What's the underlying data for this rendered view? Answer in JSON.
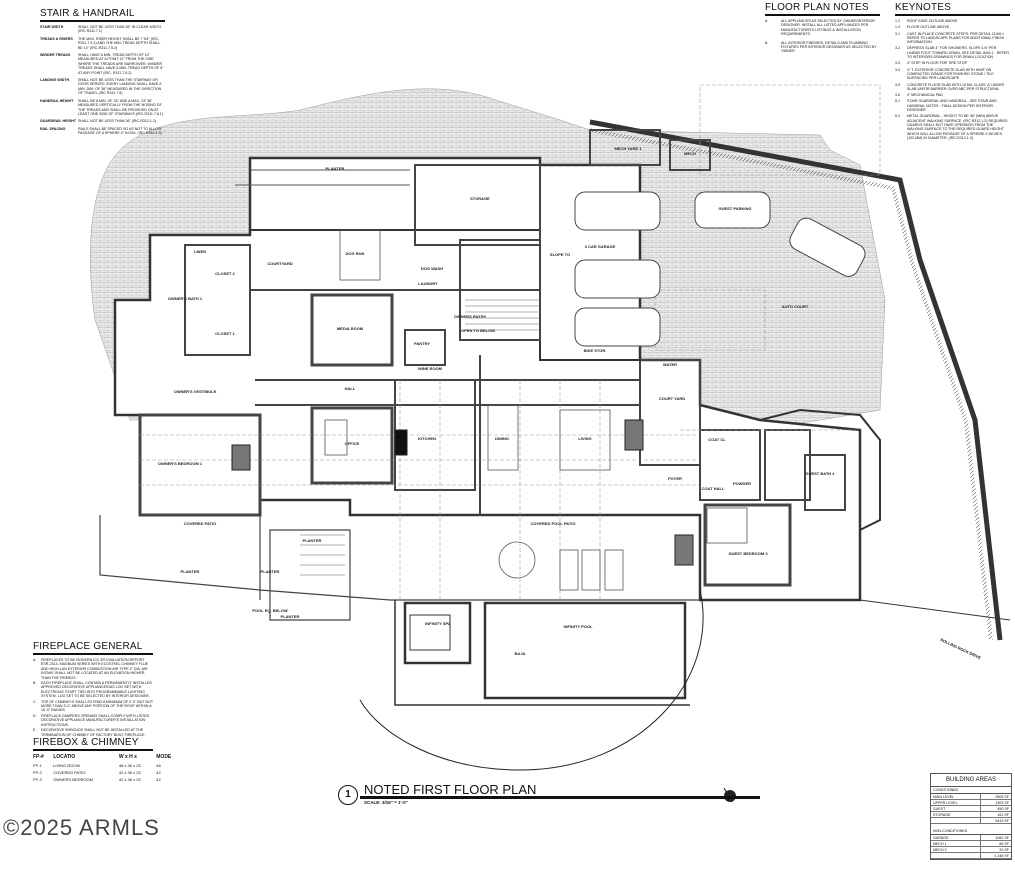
{
  "stair_handrail": {
    "title": "STAIR & HANDRAIL",
    "rows": [
      {
        "label": "STAIR WIDTH",
        "text": "SHALL NOT BE LESS THAN 36\" IN CLEAR WIDTH (IRC-R311.7.1)"
      },
      {
        "label": "TREADS & RISERS",
        "text": "THE MAX. RISER HEIGHT SHALL BE 7 3/4\" (IRC-R311.7.5.1) AND THE MIN. TREAD DEPTH SHALL BE 10\" (IRC-R311.7.5.2)"
      },
      {
        "label": "WINDER TREADS",
        "text": "SHALL HAVE A MIN. TREAD DEPTH OF 10\" MEASURED AT A POINT 12\" FROM THE SIDE WHERE THE TREADS ARE NARROWER. WINDER TREADS SHALL HAVE A MIN. TREAD DEPTH OF 6\" AT ANY POINT (IRC- R311.7.5.2)"
      },
      {
        "label": "LANDING WIDTH",
        "text": "SHALL NOT BE LESS THAN THE STAIRWAY OR DOOR SERVED. EVERY LANDING SHALL HAVE A MIN. DIM. OF 36\" MEASURED IN THE DIRECTION OF TRAVEL (IRC R311.7.6)"
      },
      {
        "label": "HANDRAIL HEIGHT",
        "text": "SHALL BE A MIN. OF 34\" AND A MAX. OF 38\" MEASURED VERTICALLY FROM THE NOSING OF THE TREADS AND SHALL BE PROVIDED ON AT LEAST ONE SIDE OF STAIRWAYS (IRC-R311.7.8.1)"
      },
      {
        "label": "GUARDRAIL HEIGHT",
        "text": "SHALL NOT BE LESS THAN 36\" (IRC-R312.1.2)"
      },
      {
        "label": "RAIL SPACING",
        "text": "RAILS SHALL BE SPACED SO AS NOT TO ALLOW PASSAGE OF A SPHERE 4\" IN DIA. (IRC R312.1.3)"
      }
    ]
  },
  "floor_plan_notes": {
    "title": "FLOOR PLAN NOTES",
    "notes": [
      {
        "key": "A.",
        "text": "ALL APPLIANCES AS SELECTED BY OWNER/INTERIOR DESIGNER. INSTALL ALL LISTED APPLIANCES PER MANUFACTURER'S LISTINGS & INSTALLATION REQUIREMENTS"
      },
      {
        "key": "B.",
        "text": "ALL INTERIOR FINISHES, DETAILS AND PLUMBING FIXTURES PER INTERIOR DESIGNER AS SELECTED BY OWNER"
      }
    ]
  },
  "keynotes": {
    "title": "KEYNOTES",
    "items": [
      {
        "key": "1.2",
        "text": "ROOF EAVE OUTLINE ABOVE"
      },
      {
        "key": "1.3",
        "text": "FLOOR OUTLINE ABOVE"
      },
      {
        "key": "3.1",
        "text": "CAST-IN-PLACE CONCRETE STEPS, PER DETAIL 21/A9.1 REFER TO LANDSCAPE PLANS FOR ADDITIONAL FINISH INFORMATION"
      },
      {
        "key": "3.2",
        "text": "DEPRESS SLAB 4\" FOR SHOWERS. SLOPE 1/4\" PER LINEAR FOOT TOWARD DRAIN, SEE DETAIL 8/A9.1 - REFER TO INTERIORS DRAWINGS FOR DRAIN LOCATION"
      },
      {
        "key": "3.3",
        "text": "4\" STEP IN FLOOR FOR TIRE STOP"
      },
      {
        "key": "3.4",
        "text": "4\" T. EXTERIOR CONCRETE SLAB WITH WWF ON COMPACTED GRADE FOR FINISHED STONE / TILE SURFACING PER LANDSCAPE"
      },
      {
        "key": "3.5",
        "text": "CONCRETE FLOOR SLAB WITH 15 MIL CLASS 'A' UNDER SLAB VAPOR BARRIER OVER ABC PER STRUCTURAL"
      },
      {
        "key": "3.6",
        "text": "4\" MECHANICAL PAD"
      },
      {
        "key": "5.1",
        "text": "STAIR GUARDRAIL AND HANDRAIL - SEE STAIR AND HANDRAIL NOTES - FINAL DESIGN PER INTERIOR DESIGNER"
      },
      {
        "key": "5.2",
        "text": "METAL GUARDRAIL - HEIGHT TO BE 36\" (MIN) ABOVE ADJACENT WALKING SURFACE. (IRC R312.1.2) REQUIRED GUARDS SHALL NOT HAVE OPENINGS FROM THE WALKING SURFACE TO THE REQUIRED GUARD HEIGHT WHICH WILL ALLOW PASSAGE OF A SPHERE 4 INCHES (102 MM) IN DIAMETER. (IRC-R312.1.3)"
      }
    ]
  },
  "fireplace_general": {
    "title": "FIREPLACE GENERAL",
    "notes": [
      {
        "key": "A.",
        "text": "FIREPLACES TO BE ISOKERN ICC-ES EVALUATION REPORT ESR-2314, MAGNUM SERIES WITH ECOSTEEL CHIMNEY FLUE AND HIGH-LAN EXTERIOR COMBUSTION AIR TYPE 4\" DIA. AIR INTAKE SHALL NOT BE LOCATED AT AN ELEVATION HIGHER THAN THE FIREBOX."
      },
      {
        "key": "B.",
        "text": "EACH FIREPLACE SHALL CONTAIN A PERMANENTLY INSTALLED APPROVED DECORATIVE APPLIANCE/GAS LOG SET WITH ELECTRONIC START TIED INTO PROGRAMMABLE LIGHTING SYSTEM. LOG SET TO BE SELECTED BY INTERIOR DESIGNER."
      },
      {
        "key": "C.",
        "text": "TOP OF CHIMNEYS SHALL EXTEND A MINIMUM OF 2'-0\" BUT NOT MORE THAN 3'-0\" ABOVE ANY PORTION OF THE ROOF WITHIN A 10'-0\" RADIUS"
      },
      {
        "key": "D.",
        "text": "FIREPLACE DAMPERS OPENING SHALL COMPLY WITH LISTED DECORATIVE APPLIANCE MANUFACTURER'S INSTALLATION INSTRUCTIONS."
      },
      {
        "key": "E.",
        "text": "DECORATIVE SHROUDS SHALL NOT BE INSTALLED AT THE TERMINATION OF CHIMNEY OF FACTORY BUILT FIREPLACE."
      }
    ]
  },
  "firebox": {
    "title": "FIREBOX & CHIMNEY",
    "headers": [
      "FP-#",
      "LOCATIO",
      "W x H x",
      "MODE"
    ],
    "rows": [
      [
        "FP-1",
        "LIVING ROOM",
        "48 x 36 x 23",
        "48"
      ],
      [
        "FP-2",
        "COVERED PATIO",
        "42 x 36 x 23",
        "42"
      ],
      [
        "FP-3",
        "OWNERS BEDROOM",
        "42 x 36 x 23",
        "42"
      ]
    ]
  },
  "building_areas": {
    "title": "BUILDING AREAS",
    "conditioned_label": "CONDITIONED",
    "conditioned": [
      {
        "name": "MAIN LEVEL",
        "area": "3505 SF"
      },
      {
        "name": "UPPER LEVEL",
        "area": "1303 SF"
      },
      {
        "name": "GUEST",
        "area": "450 SF"
      },
      {
        "name": "STORAGE",
        "area": "161 SF"
      }
    ],
    "conditioned_total": "5419 SF",
    "non_conditioned_label": "NON-CONDITIONED",
    "non_conditioned": [
      {
        "name": "GARAGE",
        "area": "1062 SF"
      },
      {
        "name": "MECH 1",
        "area": "66 SF"
      },
      {
        "name": "MECH 2",
        "area": "20 SF"
      }
    ],
    "non_conditioned_total": "1,148 SF"
  },
  "drawing_title": {
    "number": "1",
    "name": "NOTED FIRST FLOOR PLAN",
    "scale": "SCALE:  3/16\" = 1'-0\""
  },
  "rooms": [
    "MECH YARD 1",
    "MECH",
    "STORAGE",
    "DOG WASH",
    "LAUNDRY",
    "PANTRY",
    "OWNERS ENTRY",
    "OPEN TO BELOW",
    "3 CAR GARAGE",
    "SLOPE TO",
    "GUEST PARKING",
    "AUTO COURT",
    "BIKE STOR.",
    "WATER",
    "COURTYARD",
    "DOG RUN",
    "CLOSET 2",
    "CLOSET 1",
    "OWNER'S BATH 1",
    "LINEN",
    "MEDIA ROOM",
    "HALL",
    "OWNER'S VESTIBULE",
    "OWNER'S BEDROOM 1",
    "OFFICE",
    "KITCHEN",
    "DINING",
    "LIVING",
    "COURT YARD",
    "FOYER",
    "COAT CL",
    "COAT HALL",
    "POWDER",
    "GUEST BATH 4",
    "GUEST BEDROOM 3",
    "COVERED PATIO",
    "COVERED POOL PATIO",
    "PLANTER",
    "PLANTER",
    "PLANTER",
    "INFINITY SPA",
    "INFINITY POOL",
    "BAJA",
    "POOL EQ. BELOW",
    "ROLLING ROCK DRIVE",
    "WINE ROOM",
    "PLANTER",
    "PLANTER"
  ],
  "watermark": "©2025 ARMLS",
  "colors": {
    "ink": "#111111",
    "hatch": "#bdbdbd",
    "wall_fill": "#6e6e6e"
  }
}
